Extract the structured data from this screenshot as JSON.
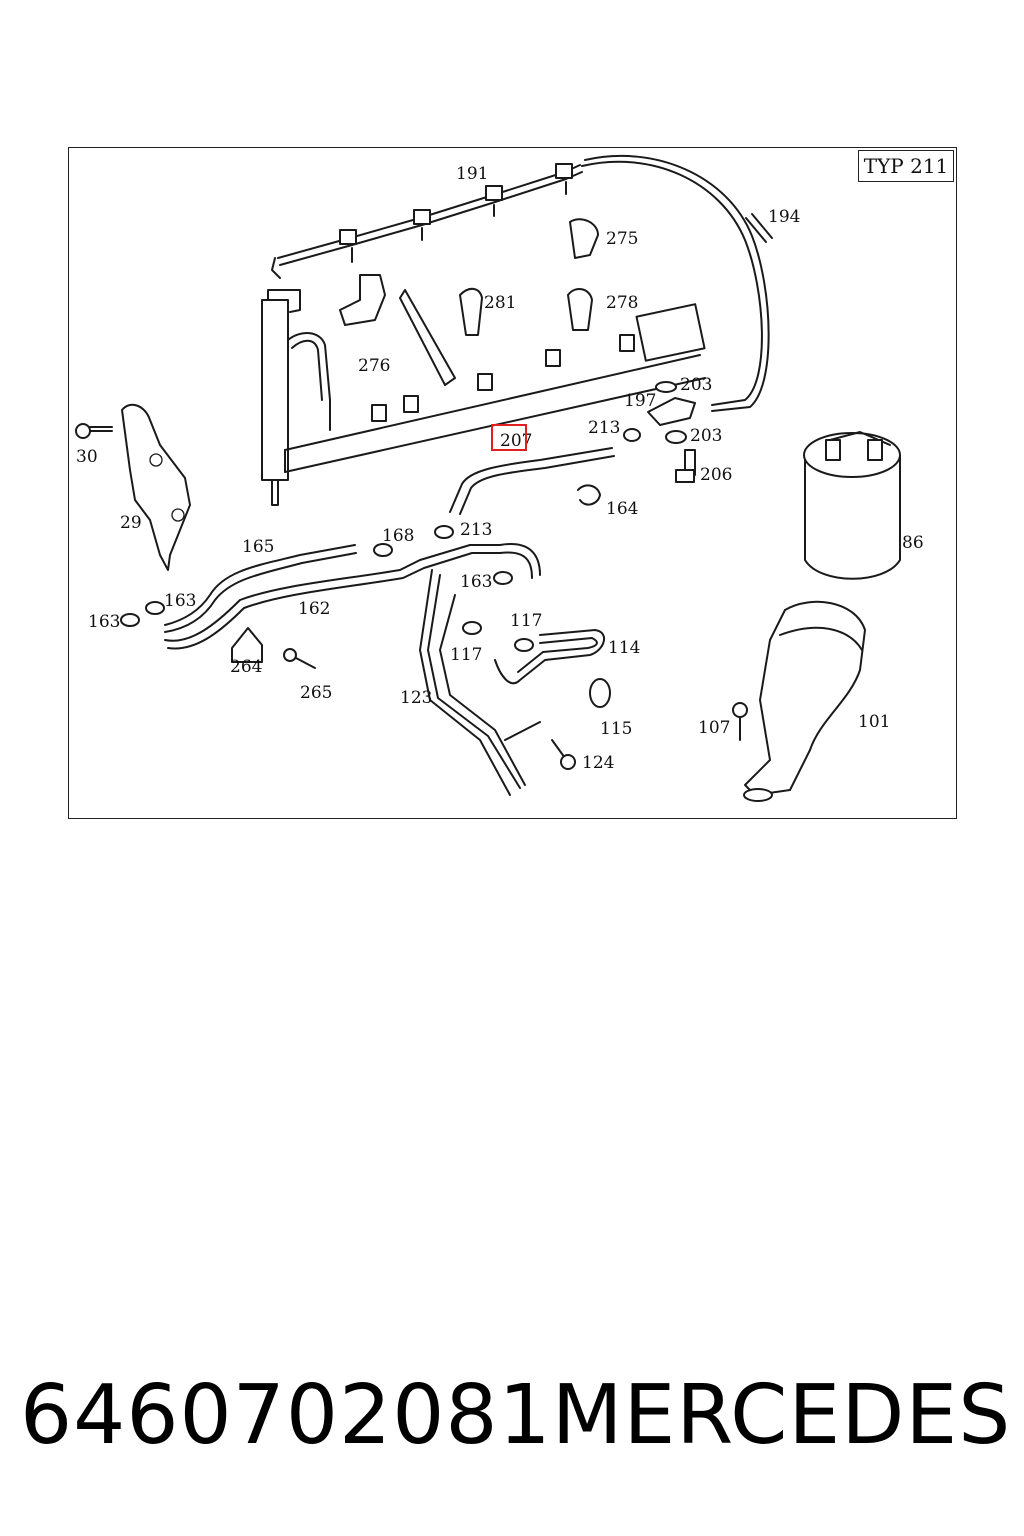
{
  "diagram": {
    "type_label": "TYP 211",
    "highlight_color": "#e02020",
    "callouts": {
      "p191": "191",
      "p194": "194",
      "p275": "275",
      "p281": "281",
      "p278": "278",
      "p276": "276",
      "p203a": "203",
      "p197": "197",
      "p203b": "203",
      "p213a": "213",
      "p207": "207",
      "p206": "206",
      "p164": "164",
      "p30": "30",
      "p29": "29",
      "p86": "86",
      "p165": "165",
      "p168": "168",
      "p213b": "213",
      "p163a": "163",
      "p163b": "163",
      "p163c": "163",
      "p162": "162",
      "p117a": "117",
      "p114": "114",
      "p117b": "117",
      "p264": "264",
      "p265": "265",
      "p123": "123",
      "p115": "115",
      "p107": "107",
      "p101": "101",
      "p124": "124"
    }
  },
  "footer": {
    "part_number": "6460702081",
    "brand": "MERCEDES"
  }
}
